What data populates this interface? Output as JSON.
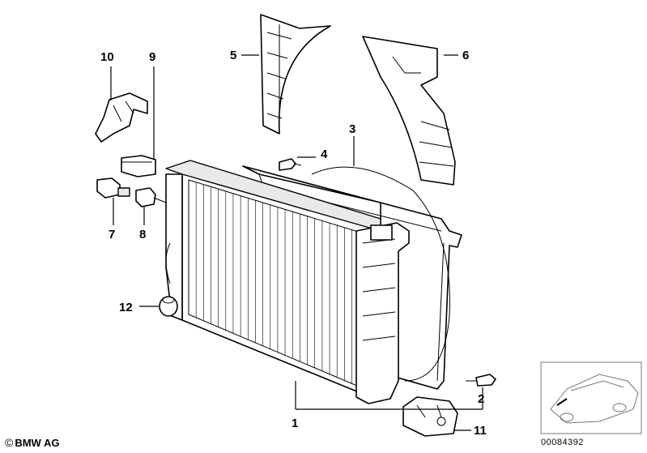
{
  "callouts": {
    "c1": "1",
    "c2": "2",
    "c3": "3",
    "c4": "4",
    "c5": "5",
    "c6": "6",
    "c7": "7",
    "c8": "8",
    "c9": "9",
    "c10": "10",
    "c11": "11",
    "c12": "12"
  },
  "footer": {
    "copyright_symbol": "©",
    "brand": "BMW AG",
    "diagram_code": "00084392"
  }
}
